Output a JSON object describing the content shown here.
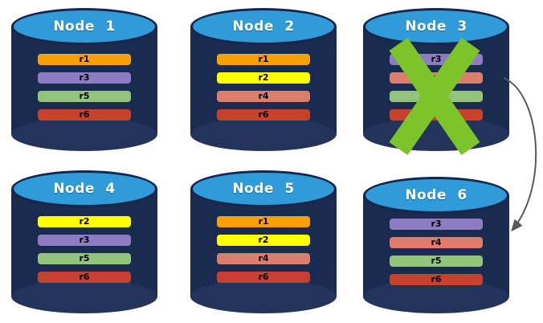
{
  "diagram": {
    "description": "Replica distribution across database nodes with failed node",
    "styles": {
      "background": "#FFFFFF",
      "cylinder_body": "#1A2B50",
      "cylinder_bottom": "#22345C",
      "cylinder_top": "#2F9BD8",
      "cylinder_top_border": "#14264B",
      "failure_x_color": "#7DC32A",
      "arrow_color": "#595959"
    },
    "nodes": [
      {
        "label": "Node 1",
        "failed": false,
        "replicas": [
          {
            "label": "r1",
            "color": "#F9A008"
          },
          {
            "label": "r3",
            "color": "#8E7CC3"
          },
          {
            "label": "r5",
            "color": "#93C47D"
          },
          {
            "label": "r6",
            "color": "#C7422E"
          }
        ]
      },
      {
        "label": "Node 2",
        "failed": false,
        "replicas": [
          {
            "label": "r1",
            "color": "#F9A008"
          },
          {
            "label": "r2",
            "color": "#FFFF00"
          },
          {
            "label": "r4",
            "color": "#DC7E6B"
          },
          {
            "label": "r6",
            "color": "#C7422E"
          }
        ]
      },
      {
        "label": "Node 3",
        "failed": true,
        "replicas": [
          {
            "label": "r3",
            "color": "#8E7CC3"
          },
          {
            "label": "r4",
            "color": "#DC7E6B"
          },
          {
            "label": "r5",
            "color": "#93C47D"
          },
          {
            "label": "r6",
            "color": "#C7422E"
          }
        ]
      },
      {
        "label": "Node 4",
        "failed": false,
        "replicas": [
          {
            "label": "r2",
            "color": "#FFFF00"
          },
          {
            "label": "r3",
            "color": "#8E7CC3"
          },
          {
            "label": "r5",
            "color": "#93C47D"
          },
          {
            "label": "r6",
            "color": "#C7422E"
          }
        ]
      },
      {
        "label": "Node 5",
        "failed": false,
        "replicas": [
          {
            "label": "r1",
            "color": "#F9A008"
          },
          {
            "label": "r2",
            "color": "#FFFF00"
          },
          {
            "label": "r4",
            "color": "#DC7E6B"
          },
          {
            "label": "r6",
            "color": "#C7422E"
          }
        ]
      },
      {
        "label": "Node 6",
        "failed": false,
        "replicas": [
          {
            "label": "r3",
            "color": "#8E7CC3"
          },
          {
            "label": "r4",
            "color": "#DC7E6B"
          },
          {
            "label": "r5",
            "color": "#93C47D"
          },
          {
            "label": "r6",
            "color": "#C7422E"
          }
        ]
      }
    ],
    "failover_arrow": {
      "from": "Node 3",
      "to": "Node 6"
    }
  }
}
